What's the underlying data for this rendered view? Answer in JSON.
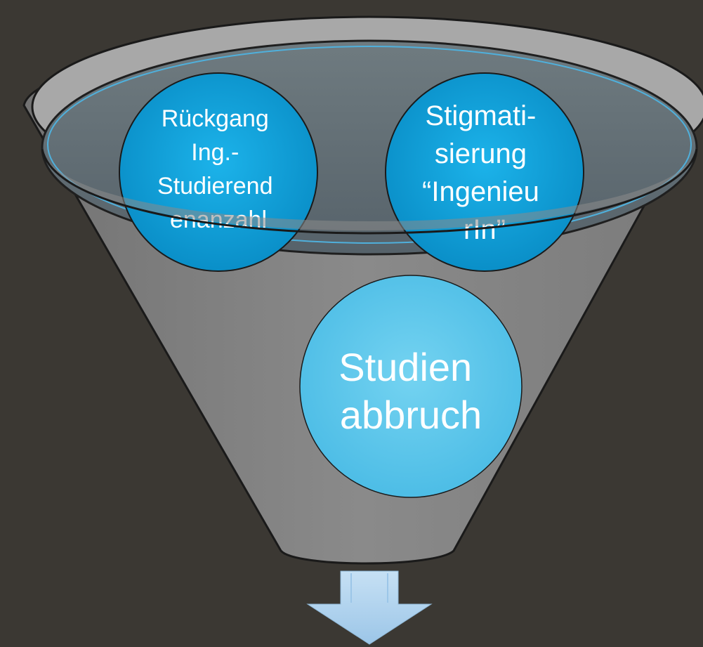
{
  "funnel_items": [
    {
      "lines": [
        "Rückgang",
        "Ing.-",
        "Studierend",
        "enanzahl"
      ]
    },
    {
      "lines": [
        "Stigmati-",
        "sierung",
        "“Ingenieu",
        "rIn”"
      ]
    }
  ],
  "result_item": {
    "lines": [
      "Studien",
      "abbruch"
    ]
  },
  "colors": {
    "background": "#3b3833",
    "funnel_fill": "#7f7f7f",
    "funnel_rim": "#a6a6a6",
    "funnel_opening": "#5f6a70",
    "circle_top": "#0fa0d8",
    "circle_result": "#62c9ec",
    "arrow": "#b4d5ee"
  }
}
